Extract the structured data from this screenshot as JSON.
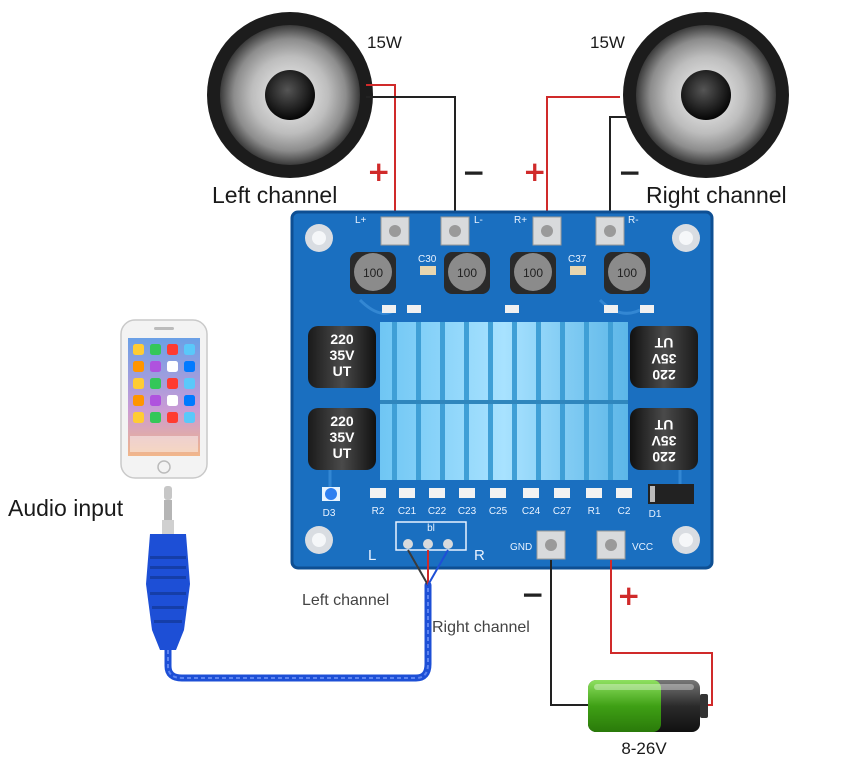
{
  "speakers": {
    "left": {
      "power": "15W",
      "label": "Left channel"
    },
    "right": {
      "power": "15W",
      "label": "Right channel"
    }
  },
  "polarity": {
    "plus": "+",
    "minus": "−"
  },
  "board": {
    "terminals": {
      "l_plus": "L+",
      "l_minus": "L-",
      "r_plus": "R+",
      "r_minus": "R-",
      "gnd": "GND",
      "vcc": "VCC"
    },
    "caps": {
      "c30": "C30",
      "c37": "C37"
    },
    "inductor_code": "100",
    "electrolytic": {
      "line1": "220",
      "line2": "35V",
      "line3": "UT"
    },
    "bottom_parts": [
      "R2",
      "C21",
      "C22",
      "C23",
      "C25",
      "C24",
      "C27",
      "R1",
      "C2"
    ],
    "led": "D3",
    "diode": "D1",
    "input_header": {
      "left": "L",
      "right": "R",
      "mark": "bl"
    }
  },
  "audio": {
    "title": "Audio input",
    "left_wire": "Left channel",
    "right_wire": "Right channel"
  },
  "power_supply": {
    "voltage": "8-26V",
    "level": 0.65
  },
  "colors": {
    "board": "#1a6fc0",
    "wire_red": "#d02a2a",
    "wire_black": "#222222",
    "cable": "#1d4fd6",
    "battery_green": "#45b21a"
  }
}
